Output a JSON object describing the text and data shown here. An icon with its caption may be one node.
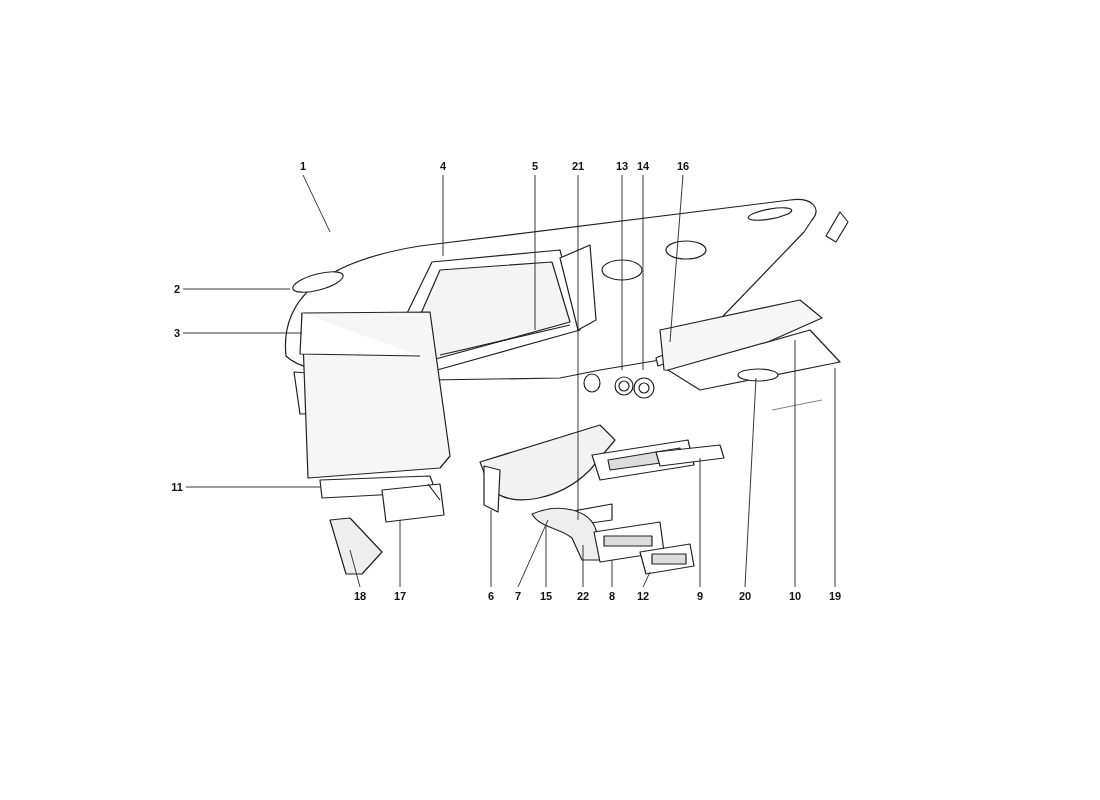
{
  "diagram": {
    "nodes": [
      {
        "text": [
          "1"
        ]
      },
      {
        "text": [
          "4"
        ]
      },
      {
        "text": [
          "5"
        ]
      },
      {
        "text": [
          "21"
        ]
      },
      {
        "text": [
          "13"
        ]
      },
      {
        "text": [
          "14"
        ]
      },
      {
        "text": [
          "16"
        ]
      },
      {
        "text": [
          "2"
        ]
      },
      {
        "text": [
          "3"
        ]
      },
      {
        "text": [
          "11"
        ]
      },
      {
        "text": [
          "18"
        ]
      },
      {
        "text": [
          "17"
        ]
      },
      {
        "text": [
          "6"
        ]
      },
      {
        "text": [
          "7"
        ]
      },
      {
        "text": [
          "15"
        ]
      },
      {
        "text": [
          "22"
        ]
      },
      {
        "text": [
          "8"
        ]
      },
      {
        "text": [
          "12"
        ]
      },
      {
        "text": [
          "9"
        ]
      },
      {
        "text": [
          "20"
        ]
      },
      {
        "text": [
          "10"
        ]
      },
      {
        "text": [
          "19"
        ]
      }
    ],
    "edges": [
      {
        "from": 0,
        "to": null,
        "arrow": "none"
      },
      {
        "from": 1,
        "to": null,
        "arrow": "none"
      },
      {
        "from": 2,
        "to": null,
        "arrow": "none"
      },
      {
        "from": 3,
        "to": null,
        "arrow": "none"
      },
      {
        "from": 4,
        "to": null,
        "arrow": "none"
      },
      {
        "from": 5,
        "to": null,
        "arrow": "none"
      },
      {
        "from": 6,
        "to": null,
        "arrow": "none"
      },
      {
        "from": 7,
        "to": null,
        "arrow": "none"
      },
      {
        "from": 8,
        "to": null,
        "arrow": "none"
      },
      {
        "from": 9,
        "to": null,
        "arrow": "none"
      },
      {
        "from": 10,
        "to": null,
        "arrow": "none"
      },
      {
        "from": 11,
        "to": null,
        "arrow": "none"
      },
      {
        "from": 12,
        "to": null,
        "arrow": "none"
      },
      {
        "from": 13,
        "to": null,
        "arrow": "none"
      },
      {
        "from": 14,
        "to": null,
        "arrow": "none"
      },
      {
        "from": 15,
        "to": null,
        "arrow": "none"
      },
      {
        "from": 16,
        "to": null,
        "arrow": "none"
      },
      {
        "from": 17,
        "to": null,
        "arrow": "none"
      },
      {
        "from": 18,
        "to": null,
        "arrow": "none"
      },
      {
        "from": 19,
        "to": null,
        "arrow": "none"
      },
      {
        "from": 20,
        "to": null,
        "arrow": "none"
      },
      {
        "from": 21,
        "to": null,
        "arrow": "none"
      }
    ]
  }
}
